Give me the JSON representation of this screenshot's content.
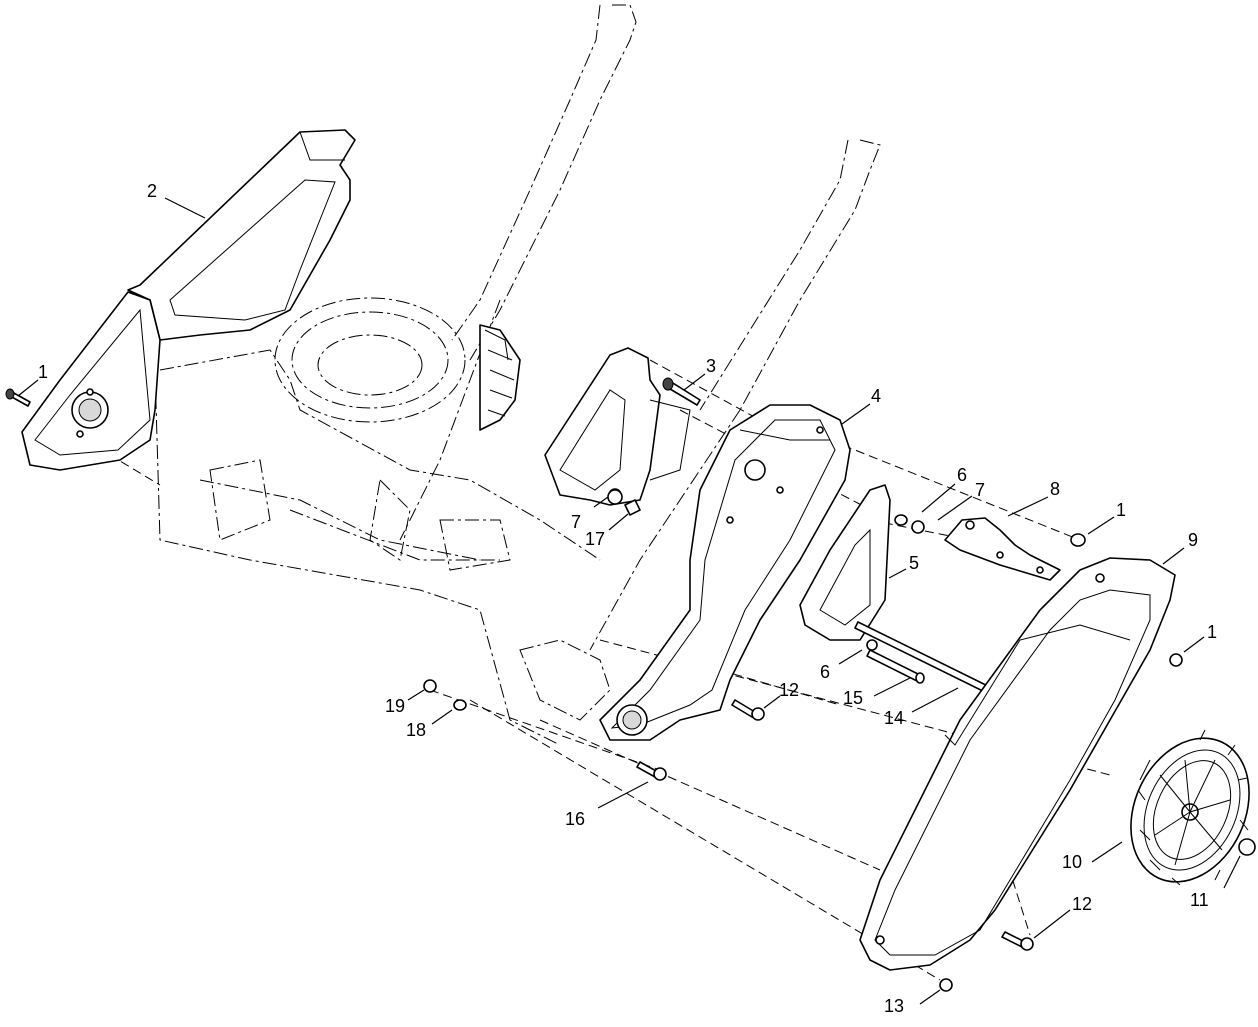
{
  "callouts": [
    {
      "label": "1"
    },
    {
      "label": "2"
    },
    {
      "label": "3"
    },
    {
      "label": "4"
    },
    {
      "label": "6"
    },
    {
      "label": "7"
    },
    {
      "label": "8"
    },
    {
      "label": "1"
    },
    {
      "label": "9"
    },
    {
      "label": "7"
    },
    {
      "label": "17"
    },
    {
      "label": "5"
    },
    {
      "label": "1"
    },
    {
      "label": "6"
    },
    {
      "label": "12"
    },
    {
      "label": "15"
    },
    {
      "label": "14"
    },
    {
      "label": "19"
    },
    {
      "label": "18"
    },
    {
      "label": "16"
    },
    {
      "label": "10"
    },
    {
      "label": "11"
    },
    {
      "label": "12"
    },
    {
      "label": "13"
    }
  ]
}
